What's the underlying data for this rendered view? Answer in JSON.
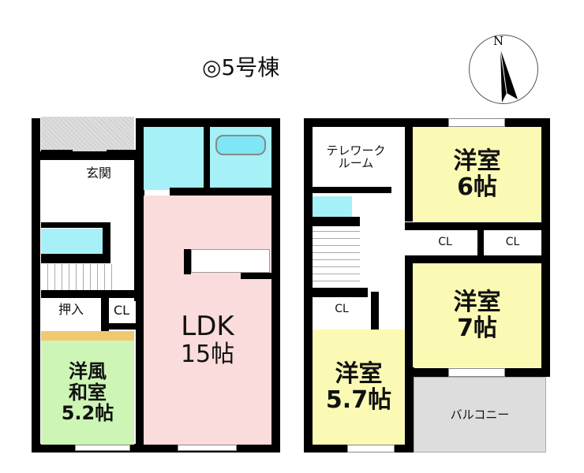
{
  "title": "◎5号棟",
  "compass": {
    "label": "N"
  },
  "colors": {
    "wet": "#a6f0f8",
    "ldk": "#fadcdc",
    "washitsu": "#cdf5b5",
    "yoshitsu": "#fafab4",
    "balcony": "#dddddd",
    "tatami_edge": "#f0c870"
  },
  "floor1": {
    "entrance": "玄関",
    "ldk": {
      "name": "LDK",
      "size": "15帖"
    },
    "oshiire": "押入",
    "closet": "CL",
    "washitsu": {
      "line1": "洋風",
      "line2": "和室",
      "size": "5.2帖"
    }
  },
  "floor2": {
    "telework": {
      "line1": "テレワーク",
      "line2": "ルーム"
    },
    "room6": {
      "name": "洋室",
      "size": "6帖"
    },
    "room7": {
      "name": "洋室",
      "size": "7帖"
    },
    "room57": {
      "name": "洋室",
      "size": "5.7帖"
    },
    "closet_a": "CL",
    "closet_b": "CL",
    "closet_c": "CL",
    "balcony": "バルコニー"
  }
}
